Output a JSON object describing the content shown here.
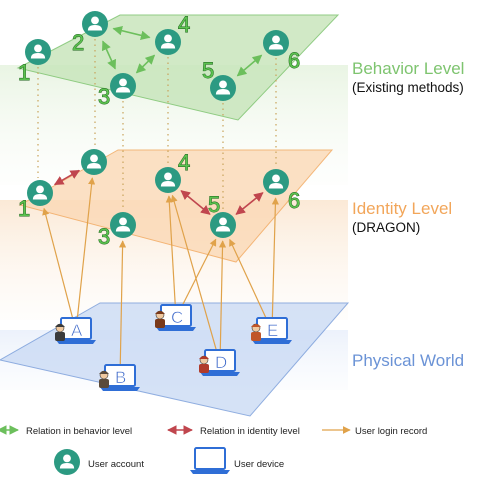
{
  "levels": {
    "behavior": {
      "name": "Behavior Level",
      "sub": "(Existing methods)",
      "color": "#7ec46f"
    },
    "identity": {
      "name": "Identity Level",
      "sub": "(DRAGON)",
      "color": "#f2a65a"
    },
    "physical": {
      "name": "Physical World",
      "color": "#6b93d6"
    }
  },
  "behavior_accounts": [
    {
      "id": "1",
      "number": "1"
    },
    {
      "id": "2",
      "number": "2"
    },
    {
      "id": "3",
      "number": "3"
    },
    {
      "id": "4",
      "number": "4"
    },
    {
      "id": "5",
      "number": "5"
    },
    {
      "id": "6",
      "number": "6"
    }
  ],
  "identity_accounts": [
    {
      "id": "1",
      "number": "1"
    },
    {
      "id": "2",
      "number": ""
    },
    {
      "id": "3",
      "number": "3"
    },
    {
      "id": "4",
      "number": "4"
    },
    {
      "id": "5",
      "number": "5"
    },
    {
      "id": "6",
      "number": "6"
    }
  ],
  "devices": [
    {
      "id": "A",
      "label": "A"
    },
    {
      "id": "B",
      "label": "B"
    },
    {
      "id": "C",
      "label": "C"
    },
    {
      "id": "D",
      "label": "D"
    },
    {
      "id": "E",
      "label": "E"
    }
  ],
  "behavior_relations": [
    [
      "2",
      "4"
    ],
    [
      "2",
      "3"
    ],
    [
      "3",
      "4"
    ],
    [
      "5",
      "6"
    ]
  ],
  "identity_relations": [
    [
      "1",
      "2"
    ],
    [
      "4",
      "5"
    ],
    [
      "5",
      "6"
    ]
  ],
  "login_records": [
    [
      "A",
      "1"
    ],
    [
      "A",
      "2"
    ],
    [
      "B",
      "3"
    ],
    [
      "C",
      "4"
    ],
    [
      "C",
      "5"
    ],
    [
      "D",
      "4"
    ],
    [
      "D",
      "5"
    ],
    [
      "E",
      "5"
    ],
    [
      "E",
      "6"
    ]
  ],
  "legend": {
    "behavior_relation": "Relation in behavior level",
    "identity_relation": "Relation in identity level",
    "login_record": "User login record",
    "user_account": "User account",
    "user_device": "User device"
  },
  "colors": {
    "account": "#2c9a82",
    "behavior_edge": "#6cbf5c",
    "identity_edge": "#c0464e",
    "login_edge": "#e0a24a",
    "device": "#2f6ed6"
  }
}
